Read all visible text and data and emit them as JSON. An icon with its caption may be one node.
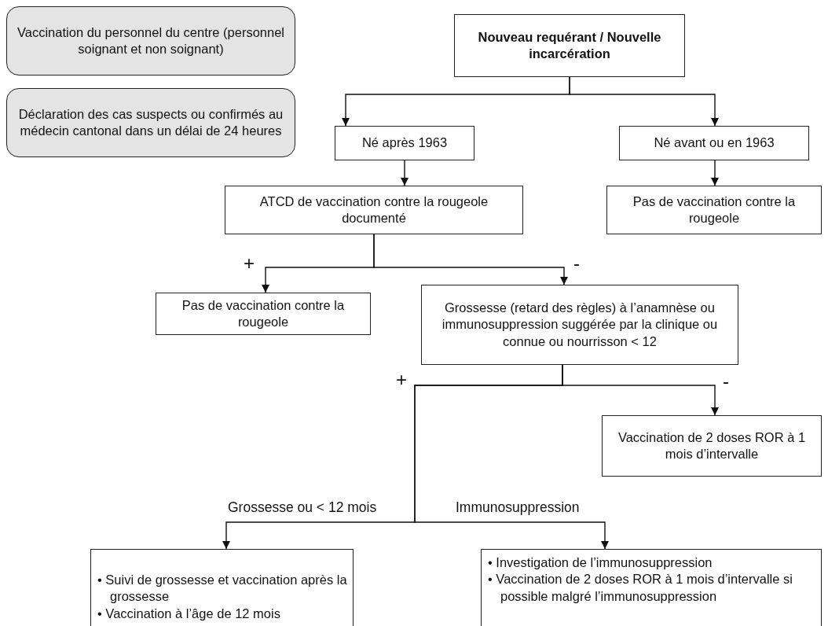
{
  "diagram": {
    "nodes": [
      {
        "text": [
          "Vaccination du personnel du centre (personnel soignant et non soignant)"
        ]
      },
      {
        "text": [
          "Déclaration des cas suspects ou confirmés au médecin cantonal dans un délai de 24 heures"
        ]
      },
      {
        "text": [
          "Nouveau requérant / Nouvelle incarcération"
        ]
      },
      {
        "text": [
          "Né après 1963"
        ]
      },
      {
        "text": [
          "Né avant ou en 1963"
        ]
      },
      {
        "text": [
          "ATCD de vaccination contre la rougeole documenté"
        ]
      },
      {
        "text": [
          "Pas de vaccination contre la rougeole"
        ]
      },
      {
        "text": [
          "Pas de vaccination contre la rougeole"
        ]
      },
      {
        "text": [
          "Grossesse (retard des règles) à l’anamnèse ou immunosuppression suggérée par la clinique ou connue ou nourrisson < 12"
        ]
      },
      {
        "text": [
          "Vaccination de 2 doses ROR à 1 mois d’intervalle"
        ]
      },
      {
        "text": [
          "• Suivi de grossesse et vaccination après la grossesse",
          "• Vaccination à l’âge de 12 mois"
        ]
      },
      {
        "text": [
          "• Investigation de l’immunosuppression",
          "• Vaccination de 2 doses ROR à 1 mois d’intervalle si possible malgré l’immunosuppression"
        ]
      }
    ],
    "edges": [
      {
        "from": 2,
        "to": 3,
        "arrow": "to"
      },
      {
        "from": 2,
        "to": 4,
        "arrow": "to"
      },
      {
        "from": 3,
        "to": 5,
        "arrow": "to"
      },
      {
        "from": 4,
        "to": 6,
        "arrow": "to"
      },
      {
        "from": 5,
        "to": 7,
        "arrow": "to",
        "label": "+"
      },
      {
        "from": 5,
        "to": 8,
        "arrow": "to",
        "label": "-"
      },
      {
        "from": 8,
        "to": 9,
        "arrow": "to",
        "label": "-"
      },
      {
        "from": 8,
        "to": 10,
        "arrow": "to",
        "label": "Grossesse ou < 12 mois"
      },
      {
        "from": 8,
        "to": 11,
        "arrow": "to",
        "label": "Immunosuppression"
      }
    ],
    "labels": [
      "+"
    ]
  }
}
